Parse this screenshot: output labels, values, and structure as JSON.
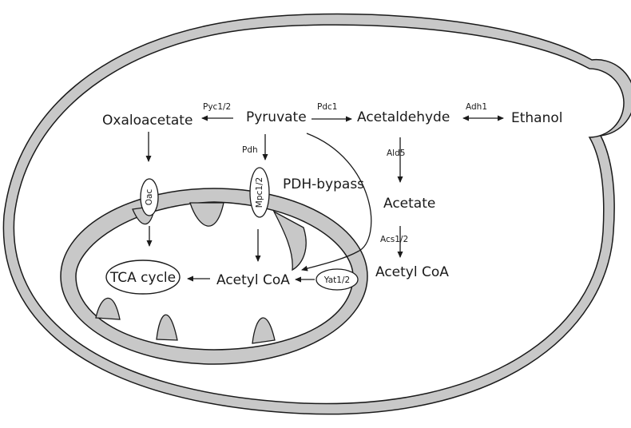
{
  "metabolites": {
    "oxaloacetate": "Oxaloacetate",
    "pyruvate": "Pyruvate",
    "acetaldehyde": "Acetaldehyde",
    "ethanol": "Ethanol",
    "acetate": "Acetate",
    "acetyl_coa_cyto": "Acetyl CoA",
    "acetyl_coa_mito": "Acetyl CoA",
    "tca_cycle": "TCA cycle"
  },
  "enzymes": {
    "pyc": "Pyc1/2",
    "pdc": "Pdc1",
    "adh": "Adh1",
    "pdh": "Pdh",
    "ald": "Ald5",
    "acs": "Acs1/2"
  },
  "transporters": {
    "oac": "Oac",
    "mpc": "Mpc1/2",
    "yat": "Yat1/2"
  },
  "labels": {
    "pdh_bypass": "PDH-bypass"
  }
}
